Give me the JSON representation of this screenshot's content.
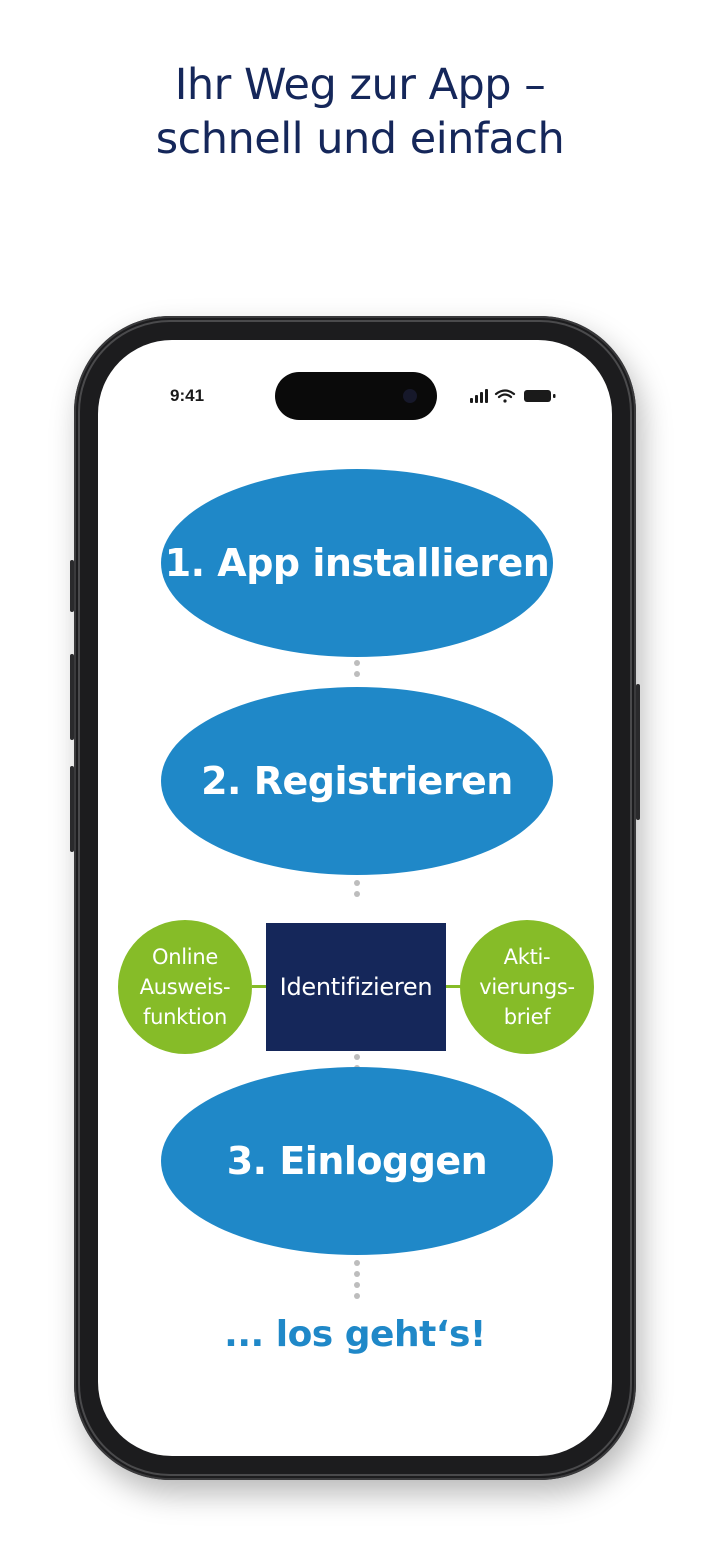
{
  "headline": {
    "line1": "Ihr Weg zur App –",
    "line2": "schnell und einfach"
  },
  "status_bar": {
    "time": "9:41"
  },
  "steps": {
    "step1": "1. App installieren",
    "step2": "2. Registrieren",
    "identify": "Identifizieren",
    "left_option": [
      "Online",
      "Ausweis-",
      "funktion"
    ],
    "right_option": [
      "Akti-",
      "vierungs-",
      "brief"
    ],
    "step3": "3. Einloggen",
    "final": "... los geht‘s!"
  },
  "colors": {
    "headline": "#15275a",
    "step_ellipse": "#1f88c8",
    "identify_box": "#15275a",
    "option_circle": "#86bc28",
    "connector_dots": "#bdbdbd"
  }
}
